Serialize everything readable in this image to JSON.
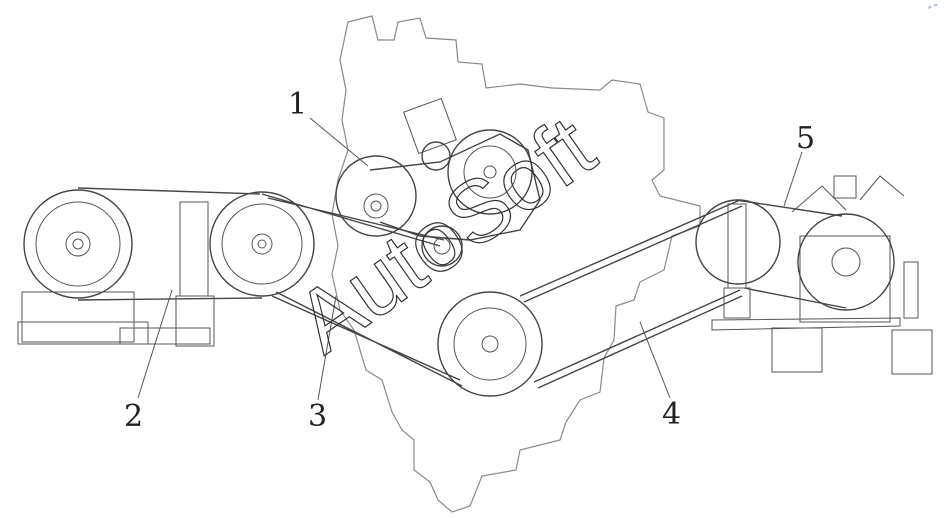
{
  "callouts": [
    {
      "id": "1",
      "label": "1"
    },
    {
      "id": "2",
      "label": "2"
    },
    {
      "id": "3",
      "label": "3"
    },
    {
      "id": "4",
      "label": "4"
    },
    {
      "id": "5",
      "label": "5"
    }
  ],
  "watermark": {
    "text": "AutoSoft"
  },
  "corner_logo": {
    "text": "≈ ═"
  }
}
